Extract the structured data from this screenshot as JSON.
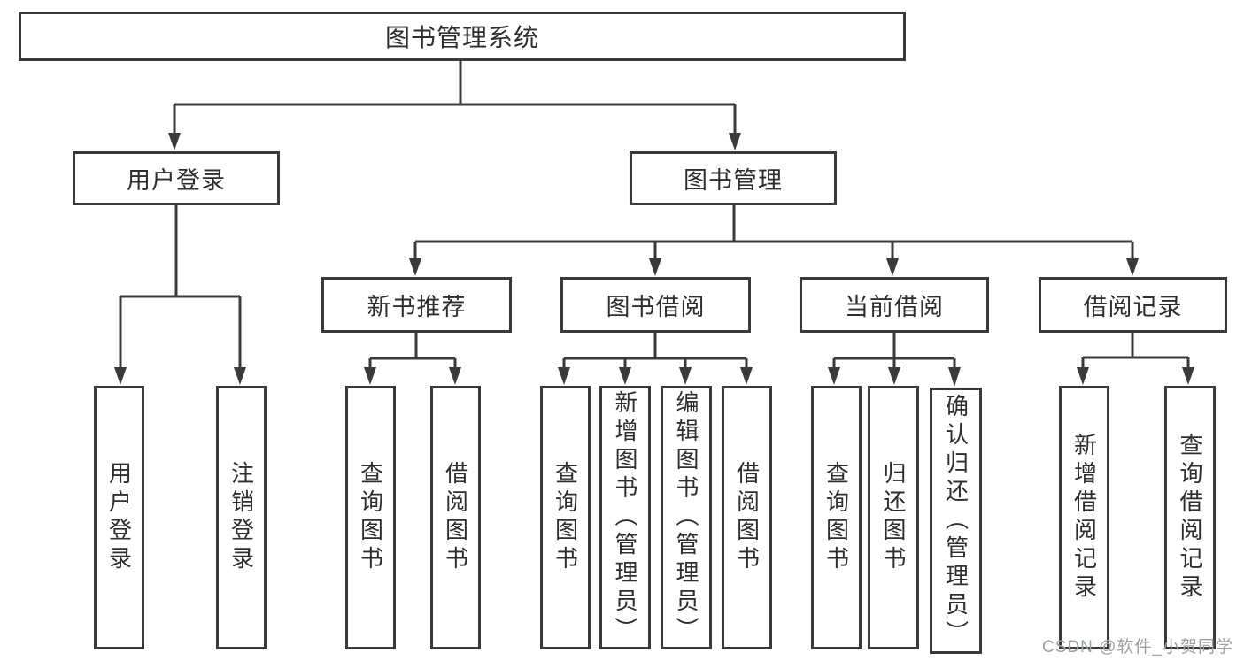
{
  "diagram": {
    "title": "图书管理系统",
    "nodes": {
      "root": "图书管理系统",
      "user_login": "用户登录",
      "book_mgmt": "图书管理",
      "new_book_rec": "新书推荐",
      "book_borrow": "图书借阅",
      "current_borrow": "当前借阅",
      "borrow_records": "借阅记录",
      "leaf_user_login": "用户登录",
      "leaf_logout": "注销登录",
      "leaf_query_book_rec": "查询图书",
      "leaf_borrow_book_rec": "借阅图书",
      "leaf_query_book_borrow": "查询图书",
      "leaf_add_book": "新增图书（管理员）",
      "leaf_edit_book": "编辑图书（管理员）",
      "leaf_borrow_book_borrow": "借阅图书",
      "leaf_query_book_current": "查询图书",
      "leaf_return_book": "归还图书",
      "leaf_confirm_return": "确认归还（管理员）",
      "leaf_add_borrow_record": "新增借阅记录",
      "leaf_query_borrow_record": "查询借阅记录"
    },
    "colors": {
      "line": "#3a3a3a",
      "text": "#2e2e2e",
      "watermark": "#9da0a3",
      "background": "#ffffff"
    }
  },
  "watermark": {
    "text": "CSDN @软件_小贺同学"
  }
}
